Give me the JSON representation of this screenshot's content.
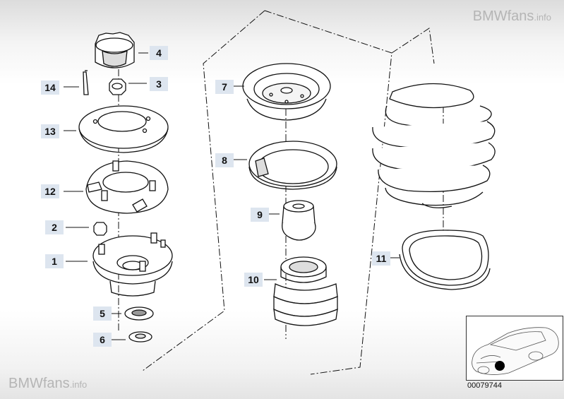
{
  "watermark": {
    "brand": "BMWfans",
    "suffix": ".info"
  },
  "reference_number": "00079744",
  "callouts": [
    {
      "id": "c4",
      "label": "4"
    },
    {
      "id": "c3",
      "label": "3"
    },
    {
      "id": "c14",
      "label": "14"
    },
    {
      "id": "c13",
      "label": "13"
    },
    {
      "id": "c12",
      "label": "12"
    },
    {
      "id": "c2",
      "label": "2"
    },
    {
      "id": "c1",
      "label": "1"
    },
    {
      "id": "c5",
      "label": "5"
    },
    {
      "id": "c6",
      "label": "6"
    },
    {
      "id": "c7",
      "label": "7"
    },
    {
      "id": "c8",
      "label": "8"
    },
    {
      "id": "c9",
      "label": "9"
    },
    {
      "id": "c10",
      "label": "10"
    },
    {
      "id": "c11",
      "label": "11"
    }
  ]
}
